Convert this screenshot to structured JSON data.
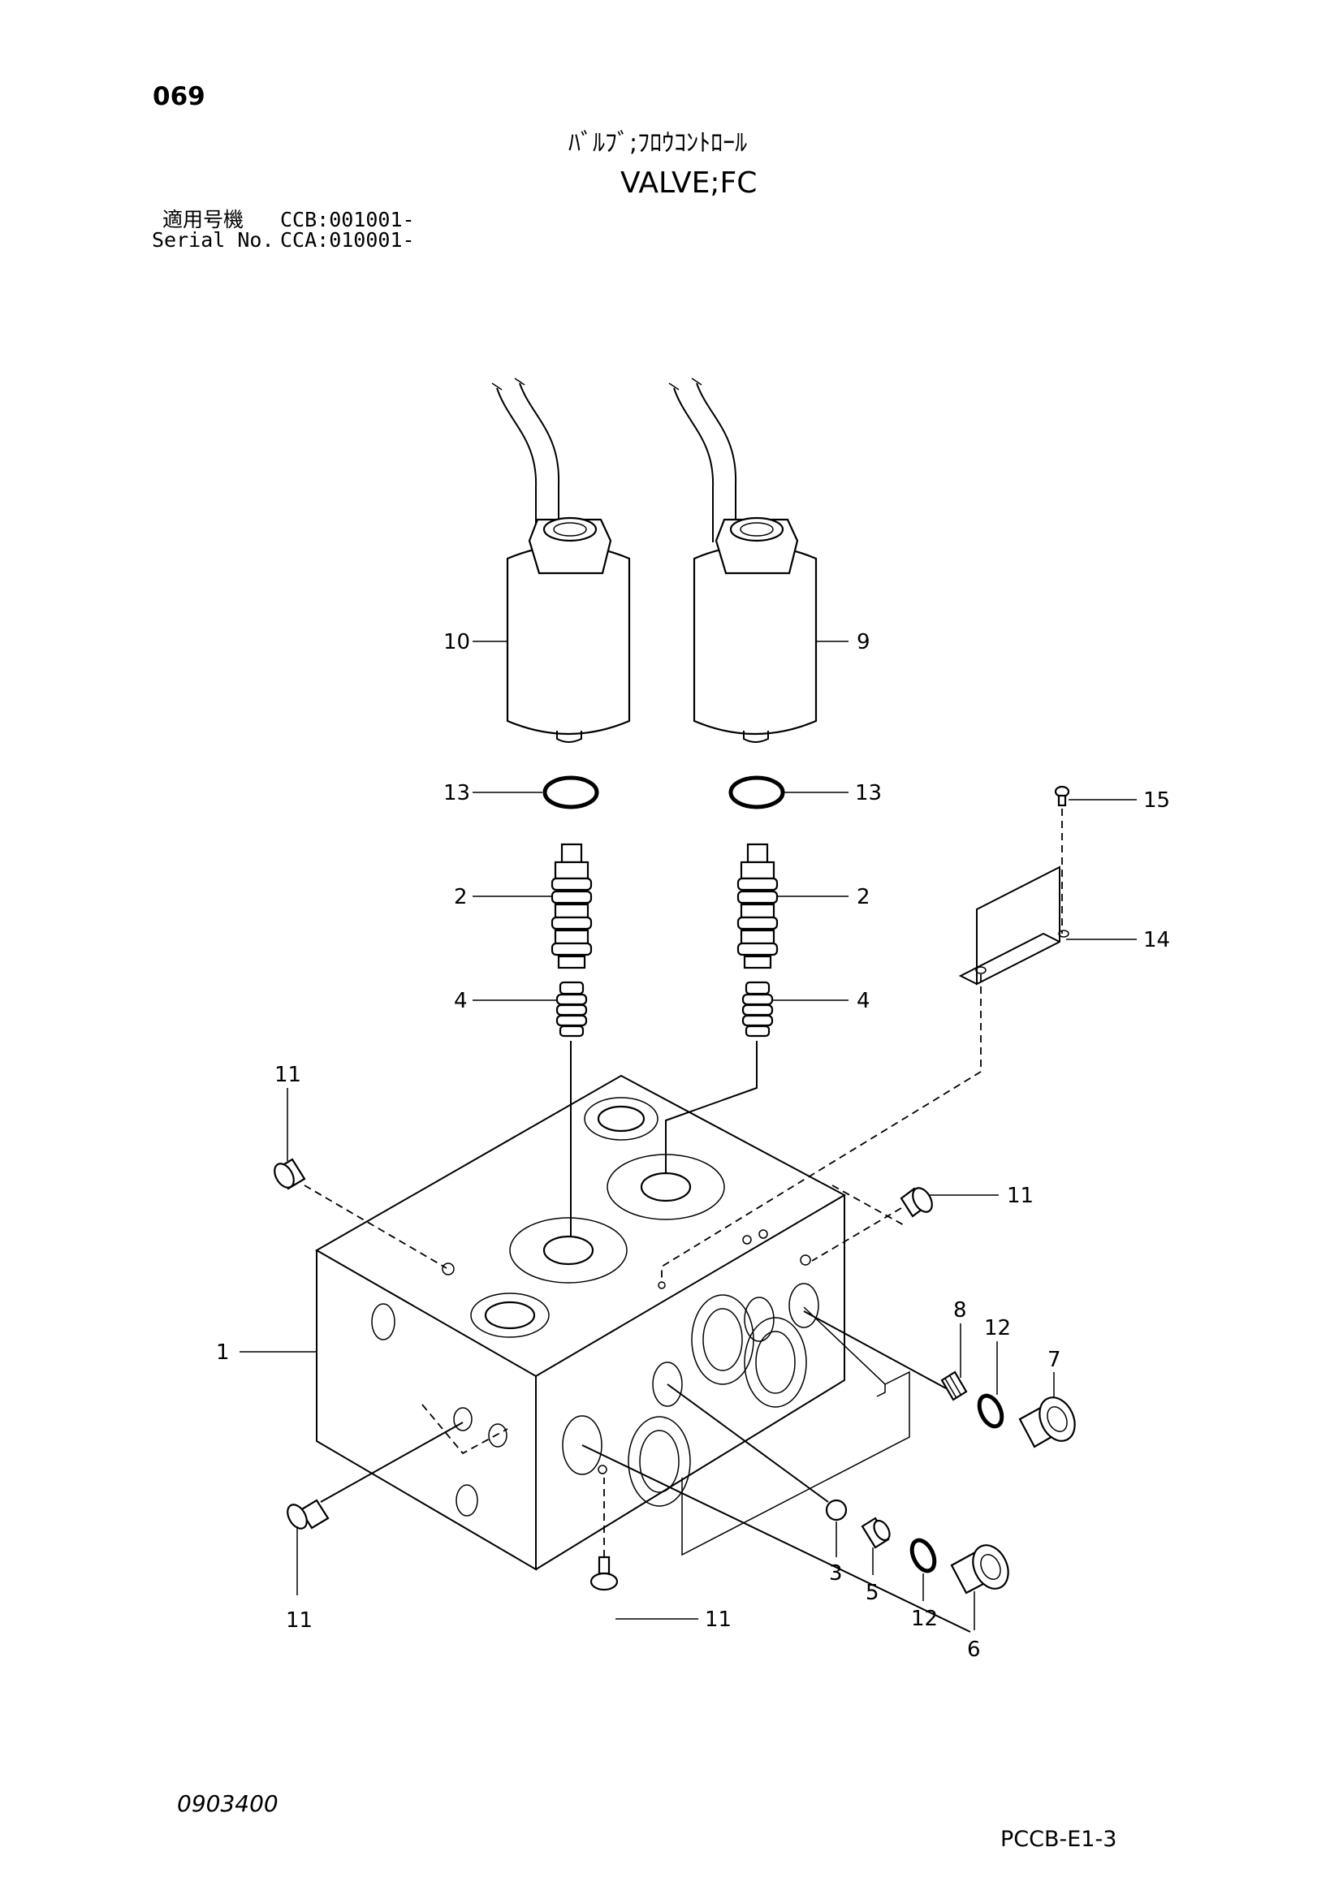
{
  "header": {
    "page_number": "069",
    "title_jp": "ﾊﾞﾙﾌﾞ;ﾌﾛｳｺﾝﾄﾛｰﾙ",
    "title_en": "VALVE;FC",
    "serial_label_jp": "適用号機",
    "serial_value_jp": "CCB:001001-",
    "serial_label_en": "Serial No.",
    "serial_value_en": "CCA:010001-"
  },
  "footer": {
    "document_number": "0903400",
    "sheet_code": "PCCB-E1-3"
  },
  "callouts": {
    "c1": "1",
    "c2a": "2",
    "c2b": "2",
    "c3": "3",
    "c4a": "4",
    "c4b": "4",
    "c5": "5",
    "c6": "6",
    "c7": "7",
    "c8": "8",
    "c9": "9",
    "c10": "10",
    "c11a": "11",
    "c11b": "11",
    "c11c": "11",
    "c11d": "11",
    "c12a": "12",
    "c12b": "12",
    "c13a": "13",
    "c13b": "13",
    "c14": "14",
    "c15": "15"
  }
}
